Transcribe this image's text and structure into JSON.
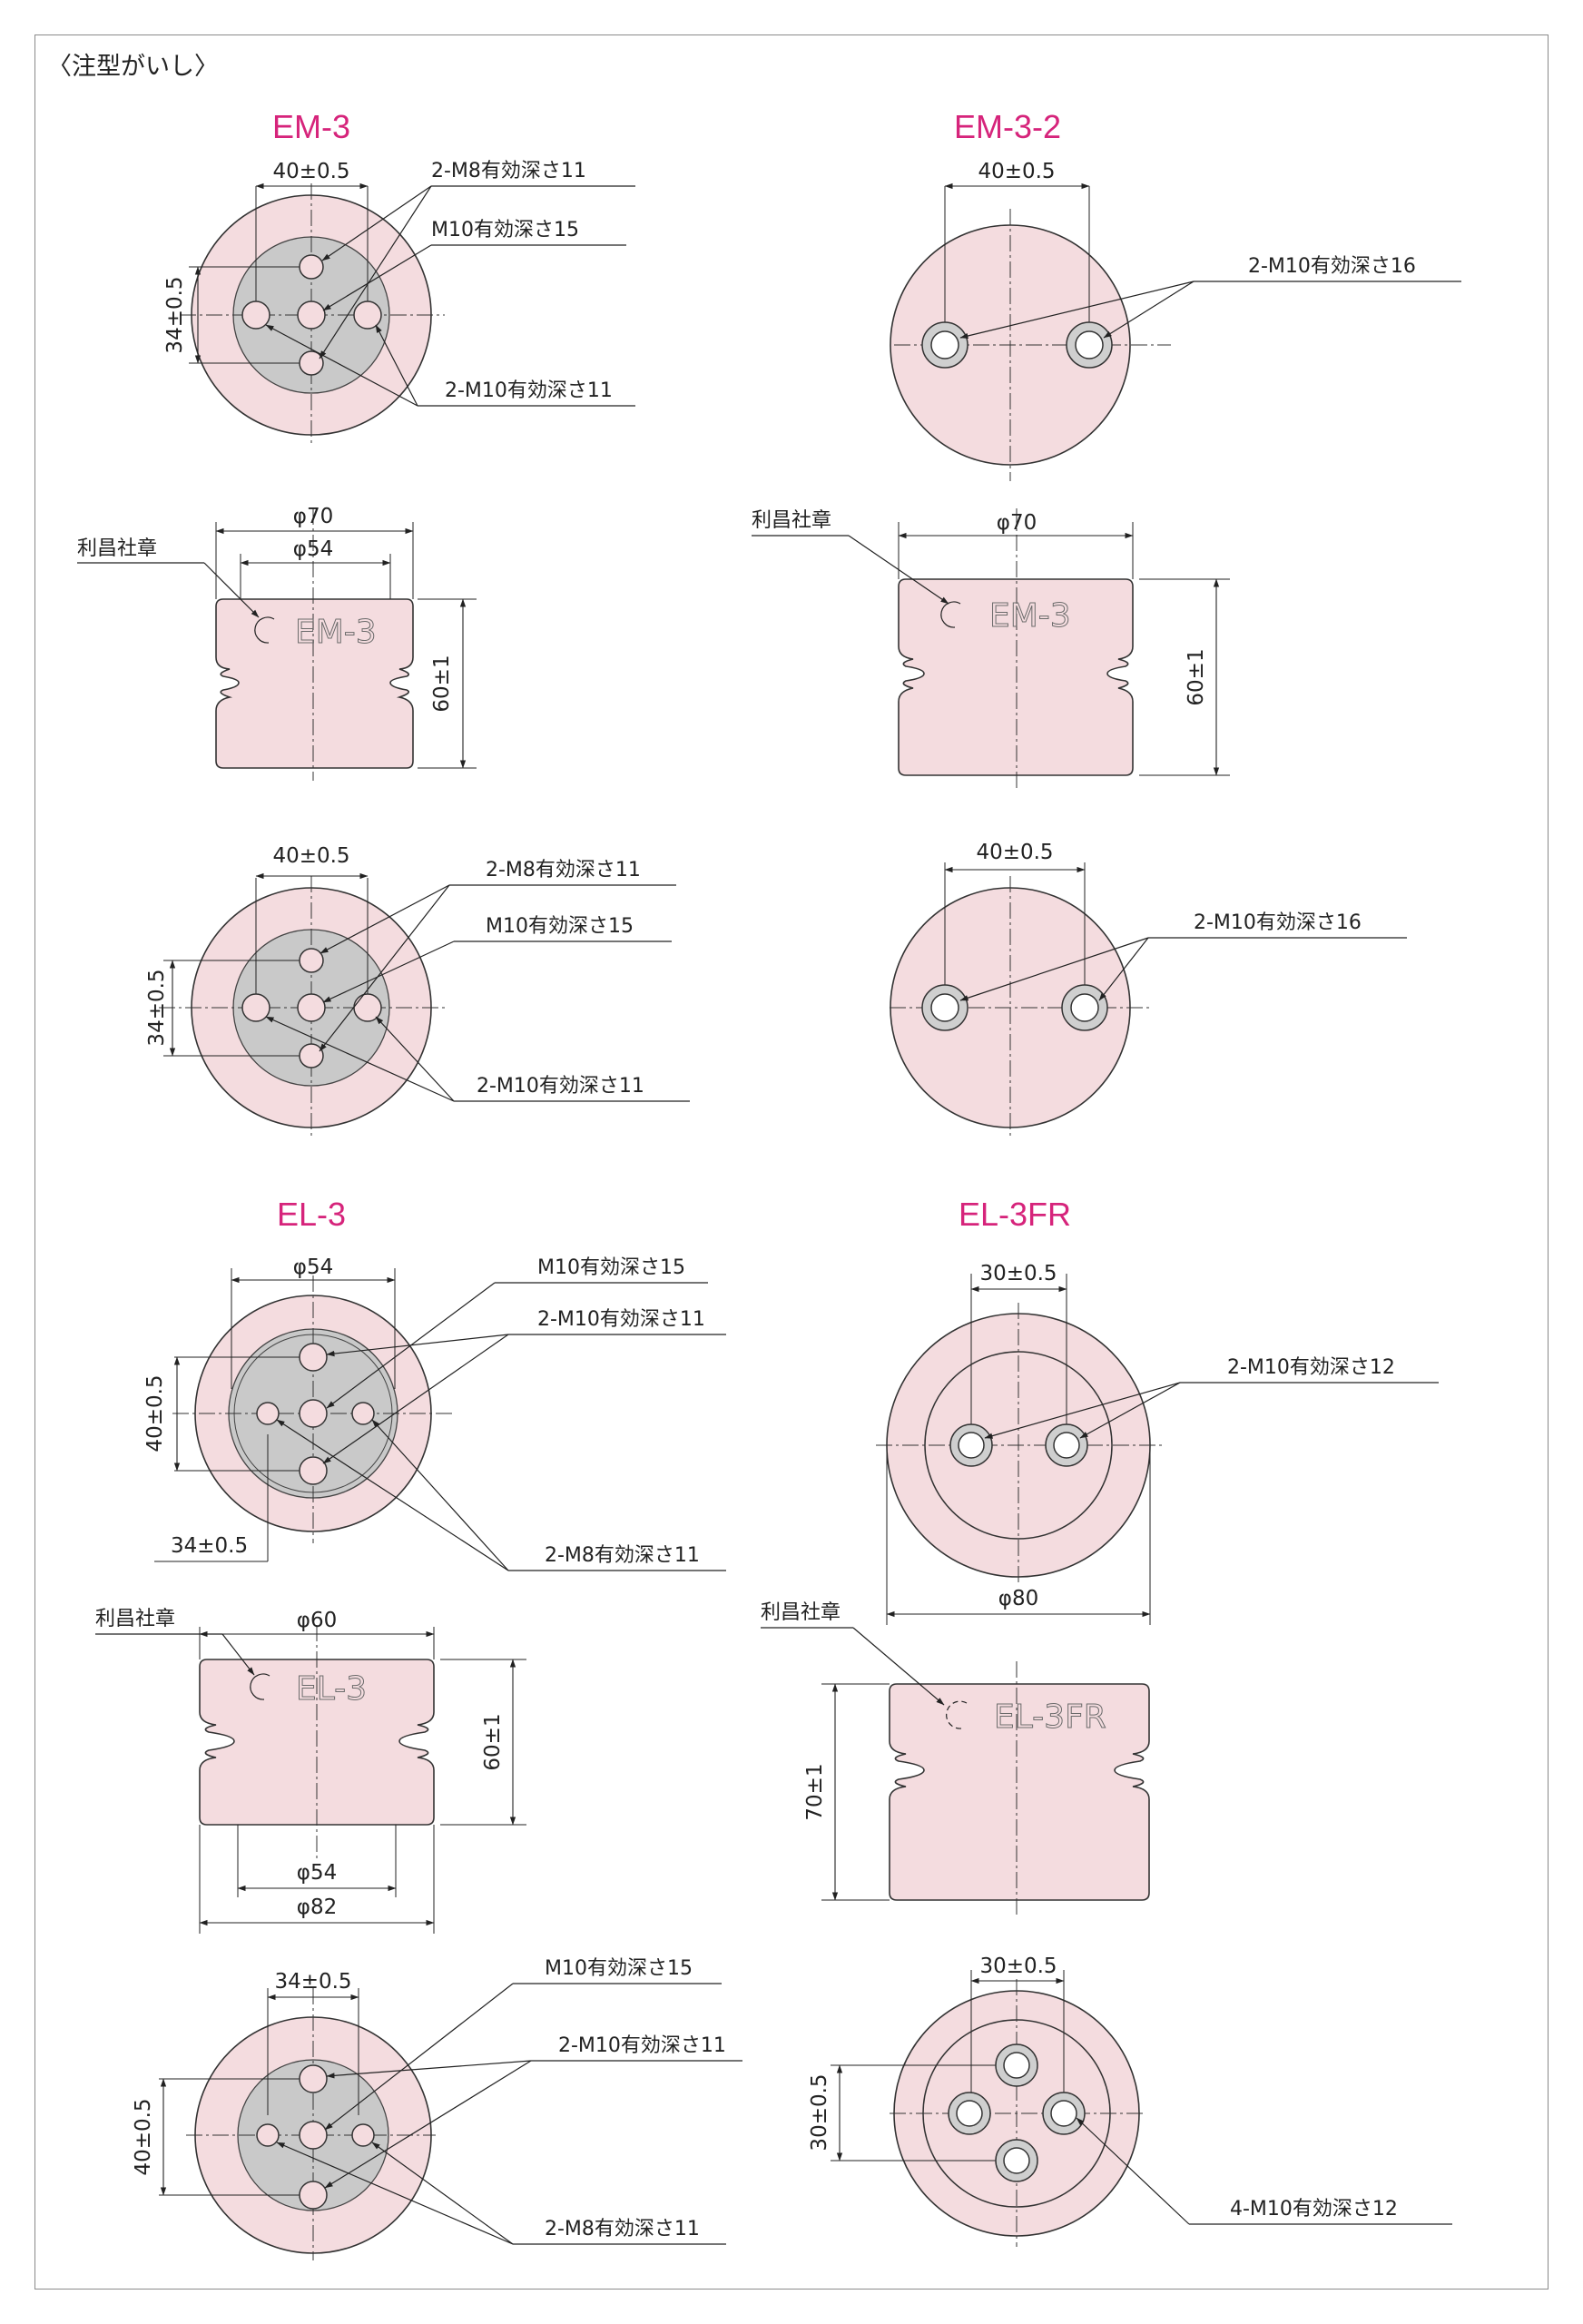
{
  "section_title": "〈注型がいし〉",
  "models": {
    "em3": "EM-3",
    "em32": "EM-3-2",
    "el3": "EL-3",
    "el3fr": "EL-3FR"
  },
  "engravings": {
    "em3": "EM-3",
    "em32": "EM-3",
    "el3": "EL-3",
    "el3fr": "EL-3FR"
  },
  "labels": {
    "logo": "利昌社章",
    "m8_11": "2-M8有効深さ11",
    "m10_15": "M10有効深さ15",
    "m10_11": "2-M10有効深さ11",
    "m10_16": "2-M10有効深さ16",
    "m10_12": "2-M10有効深さ12",
    "m10_12_4": "4-M10有効深さ12"
  },
  "dims": {
    "d40": "40±0.5",
    "d34": "34±0.5",
    "d30": "30±0.5",
    "phi70": "φ70",
    "phi54": "φ54",
    "phi60": "φ60",
    "phi80": "φ80",
    "phi82": "φ82",
    "h60": "60±1",
    "h70": "70±1"
  },
  "colors": {
    "model_title": "#d6247b",
    "body_fill": "#f4dcdf",
    "insert_fill": "#c9c9c9"
  }
}
